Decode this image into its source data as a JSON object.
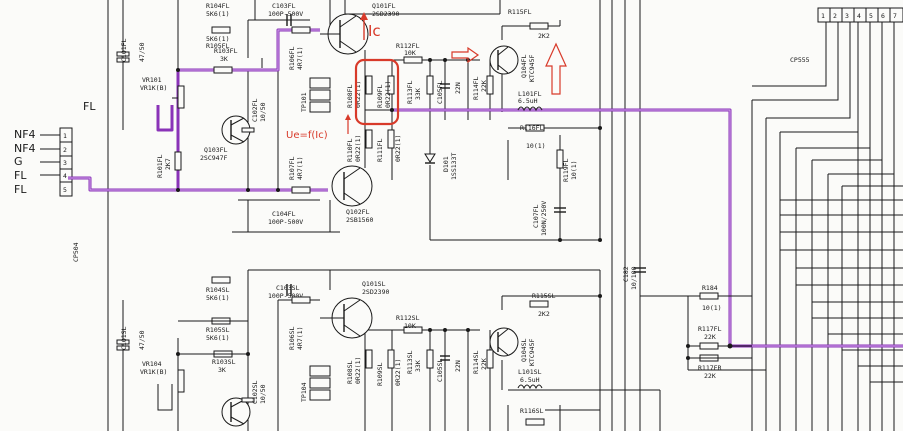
{
  "channel_label": "FL",
  "connector": {
    "left_labels": [
      "NF4",
      "NF4",
      "G",
      "FL",
      "FL"
    ],
    "pins": [
      "1",
      "2",
      "3",
      "4",
      "5"
    ],
    "ref": "CP504"
  },
  "cp555": {
    "ref": "CP555",
    "pins": [
      "1",
      "2",
      "3",
      "4",
      "5",
      "6",
      "7"
    ]
  },
  "annotations": {
    "ic": "Ic",
    "ue": "Ue=f(Ic)"
  },
  "top_labels": {
    "c101fl": "C101FL",
    "c101fl_v": "47/50",
    "vr101": "VR101",
    "vr101_v": "VR1K(B)",
    "r103fl": "R103FL",
    "r103fl_v": "3K",
    "r105fl": "R105FL",
    "r105fl_v": "5K6(1)",
    "r104fl": "R104FL",
    "r104fl_v": "5K6(1)",
    "c103fl": "C103FL",
    "c103fl_v": "100P-500V",
    "q103fl": "Q103FL",
    "q103fl_v": "2SC947F",
    "c102fl": "C102FL",
    "c102fl_v": "10/50",
    "r101fl": "R101FL",
    "r101fl_v": "2K7",
    "r106fl": "R106FL",
    "r106fl_v": "4R7(1)",
    "r107fl": "R107FL",
    "r107fl_v": "4R7(1)",
    "tp101": "TP101",
    "q101fl": "Q101FL",
    "q101fl_v": "2SD2390",
    "q102fl": "Q102FL",
    "q102fl_v": "2SB1560",
    "c104fl": "C104FL",
    "c104fl_v": "100P-500V",
    "r108fl": "R108FL",
    "r108fl_v": "0R22(1)",
    "r109fl": "R109FL",
    "r109fl_v": "0R22(1)",
    "r110fl": "R110FL",
    "r110fl_v": "0R22(1)",
    "r111fl": "R111FL",
    "r111fl_v": "0R22(1)",
    "r112fl": "R112FL",
    "r112fl_v": "10K",
    "r113fl": "R113FL",
    "r113fl_v": "33K",
    "c105fl": "C105FL",
    "c105fl_v": "22N",
    "r114fl": "R114FL",
    "r114fl_v": "22K",
    "q104fl": "Q104FL",
    "q104fl_v": "KTC945F",
    "r115fl": "R115FL",
    "r115fl_v": "2K2",
    "l101fl": "L101FL",
    "l101fl_v": "6.5uH",
    "r116fl": "R116FL",
    "r116fl_v": "10(1)",
    "r119fl": "R119FL",
    "r119fl_v": "10(1)",
    "c107fl": "C107FL",
    "c107fl_v": "100N/250V",
    "d101": "D101",
    "d101_v": "1SS133T"
  },
  "bottom_labels": {
    "c101sl": "C101SL",
    "c101sl_v": "47/50",
    "vr104": "VR104",
    "vr104_v": "VR1K(B)",
    "r103sl": "R103SL",
    "r103sl_v": "3K",
    "r105sl": "R105SL",
    "r105sl_v": "5K6(1)",
    "r104sl": "R104SL",
    "r104sl_v": "5K6(1)",
    "c103sl": "C103SL",
    "c103sl_v": "100P-500V",
    "c102sl": "C102SL",
    "c102sl_v": "10/50",
    "r106sl": "R106SL",
    "r106sl_v": "4R7(1)",
    "tp104": "TP104",
    "q101sl": "Q101SL",
    "q101sl_v": "2SD2390",
    "r108sl": "R108SL",
    "r108sl_v": "0R22(1)",
    "r109sl": "R109SL",
    "r109sl_v": "0R22(1)",
    "r112sl": "R112SL",
    "r112sl_v": "10K",
    "r113sl": "R113SL",
    "r113sl_v": "33K",
    "c105sl": "C105SL",
    "c105sl_v": "22N",
    "r114sl": "R114SL",
    "r114sl_v": "22K",
    "q104sl": "Q104SL",
    "q104sl_v": "KTC945F",
    "r115sl": "R115SL",
    "r115sl_v": "2K2",
    "l101sl": "L101SL",
    "l101sl_v": "6.5uH",
    "r116sl": "R116SL",
    "c182": "C182",
    "c182_v": "10/100",
    "r184": "R184",
    "r184_v": "10(1)",
    "r117fl": "R117FL",
    "r117fl_v": "22K",
    "r117fr": "R117FR",
    "r117fr_v": "22K"
  },
  "colors": {
    "highlight_path": "#8a33b8",
    "annotation_red": "#d83a2a"
  }
}
